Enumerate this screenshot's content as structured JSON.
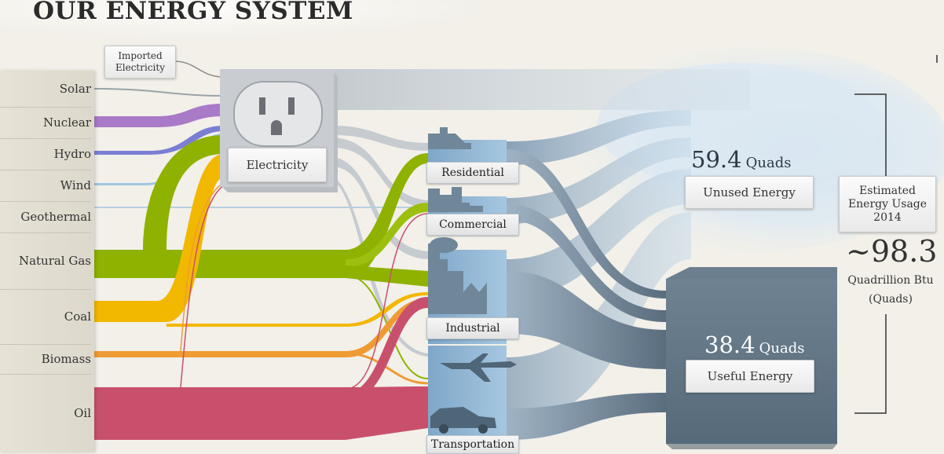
{
  "title": "OUR ENERGY SYSTEM",
  "sources": [
    "Solar",
    "Nuclear",
    "Hydro",
    "Wind",
    "Geothermal",
    "Natural Gas",
    "Coal",
    "Biomass",
    "Oil"
  ],
  "imported_label": "Imported Electricity",
  "electricity_label": "Electricity",
  "sectors": [
    "Residential",
    "Commercial",
    "Industrial",
    "Transportation"
  ],
  "unused": {
    "value": "59.4",
    "unit": "Quads",
    "label": "Unused Energy"
  },
  "useful": {
    "value": "38.4",
    "unit": "Quads",
    "label": "Useful Energy"
  },
  "estimate": {
    "label": "Estimated Energy Usage 2014",
    "total": "~98.3",
    "unit_line1": "Quadrillion Btu",
    "unit_line2": "(Quads)"
  },
  "colors": {
    "solar": "#9aa3a8",
    "nuclear": "#a97ac8",
    "hydro": "#7b7fd4",
    "wind": "#9fc6e2",
    "geothermal": "#b9cfe0",
    "natural_gas": "#8fb200",
    "coal": "#f2b800",
    "biomass": "#ef9b34",
    "oil": "#c8506d",
    "electricity": "#bfc4c8",
    "useful": "#4d6070"
  },
  "icons": [
    "outlet-icon",
    "house-icon",
    "buildings-icon",
    "factory-icon",
    "airplane-icon",
    "car-icon"
  ]
}
